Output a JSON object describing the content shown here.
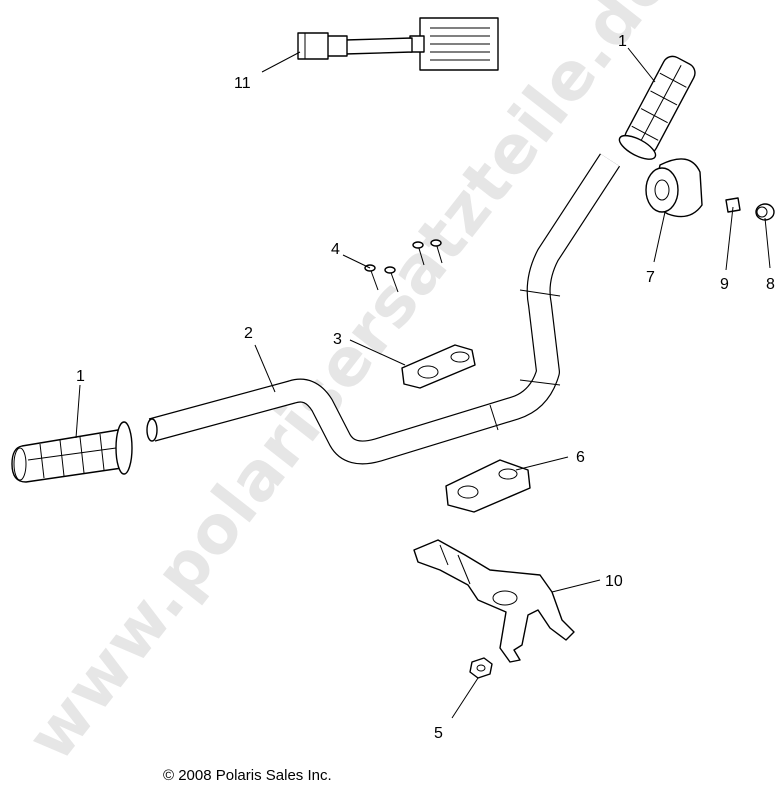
{
  "watermark": "www.polarisersatzteile.de",
  "copyright": "© 2008 Polaris Sales Inc.",
  "callouts": {
    "grip_left": "1",
    "grip_right": "1",
    "handlebar": "2",
    "clamp_upper": "3",
    "bolts": "4",
    "nut": "5",
    "clamp_lower": "6",
    "throttle": "7",
    "end_cap": "8",
    "plug": "9",
    "bracket": "10",
    "harness": "11"
  }
}
